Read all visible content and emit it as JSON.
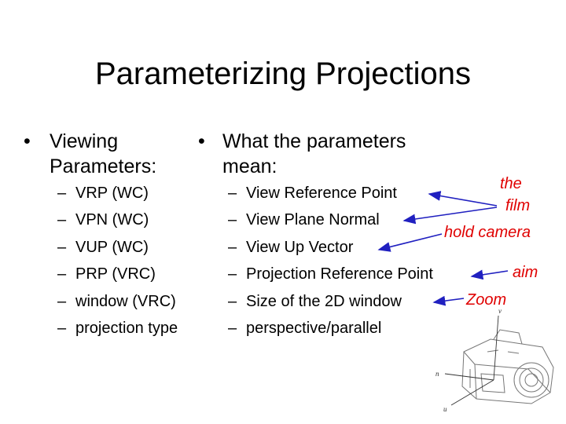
{
  "slide": {
    "title": "Parameterizing Projections",
    "bullet_glyph": "•",
    "dash_glyph": "–",
    "left": {
      "heading_line1": "Viewing",
      "heading_line2": "Parameters:",
      "items": [
        "VRP (WC)",
        "VPN (WC)",
        "VUP (WC)",
        "PRP (VRC)",
        "window (VRC)",
        "projection type"
      ]
    },
    "right": {
      "heading_line1": "What the parameters",
      "heading_line2": "mean:",
      "items": [
        "View Reference Point",
        "View Plane Normal",
        "View Up Vector",
        "Projection Reference Point",
        "Size of the 2D window",
        "perspective/parallel"
      ]
    },
    "annotations": {
      "the": "the",
      "film": "film",
      "hold_camera": "hold camera",
      "aim": "aim",
      "zoom": "Zoom"
    },
    "camera": {
      "axis_v": "v",
      "axis_n": "n",
      "axis_u": "u"
    },
    "colors": {
      "annotation": "#e00000",
      "arrow": "#2020c0",
      "text": "#000000"
    }
  }
}
